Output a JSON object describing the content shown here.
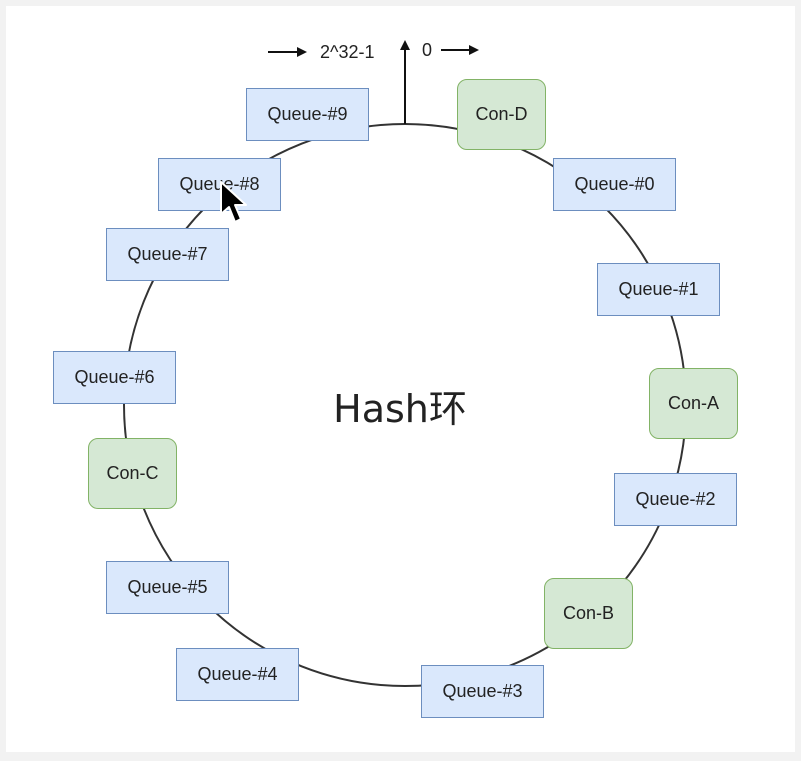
{
  "diagram": {
    "center_label": "Hash环",
    "max_label": "2^32-1",
    "zero_label": "0",
    "nodes": {
      "queue9": "Queue-#9",
      "con_d": "Con-D",
      "queue0": "Queue-#0",
      "queue8": "Queue-#8",
      "queue7": "Queue-#7",
      "queue1": "Queue-#1",
      "queue6": "Queue-#6",
      "con_a": "Con-A",
      "con_c": "Con-C",
      "queue2": "Queue-#2",
      "queue5": "Queue-#5",
      "con_b": "Con-B",
      "queue4": "Queue-#4",
      "queue3": "Queue-#3"
    }
  }
}
